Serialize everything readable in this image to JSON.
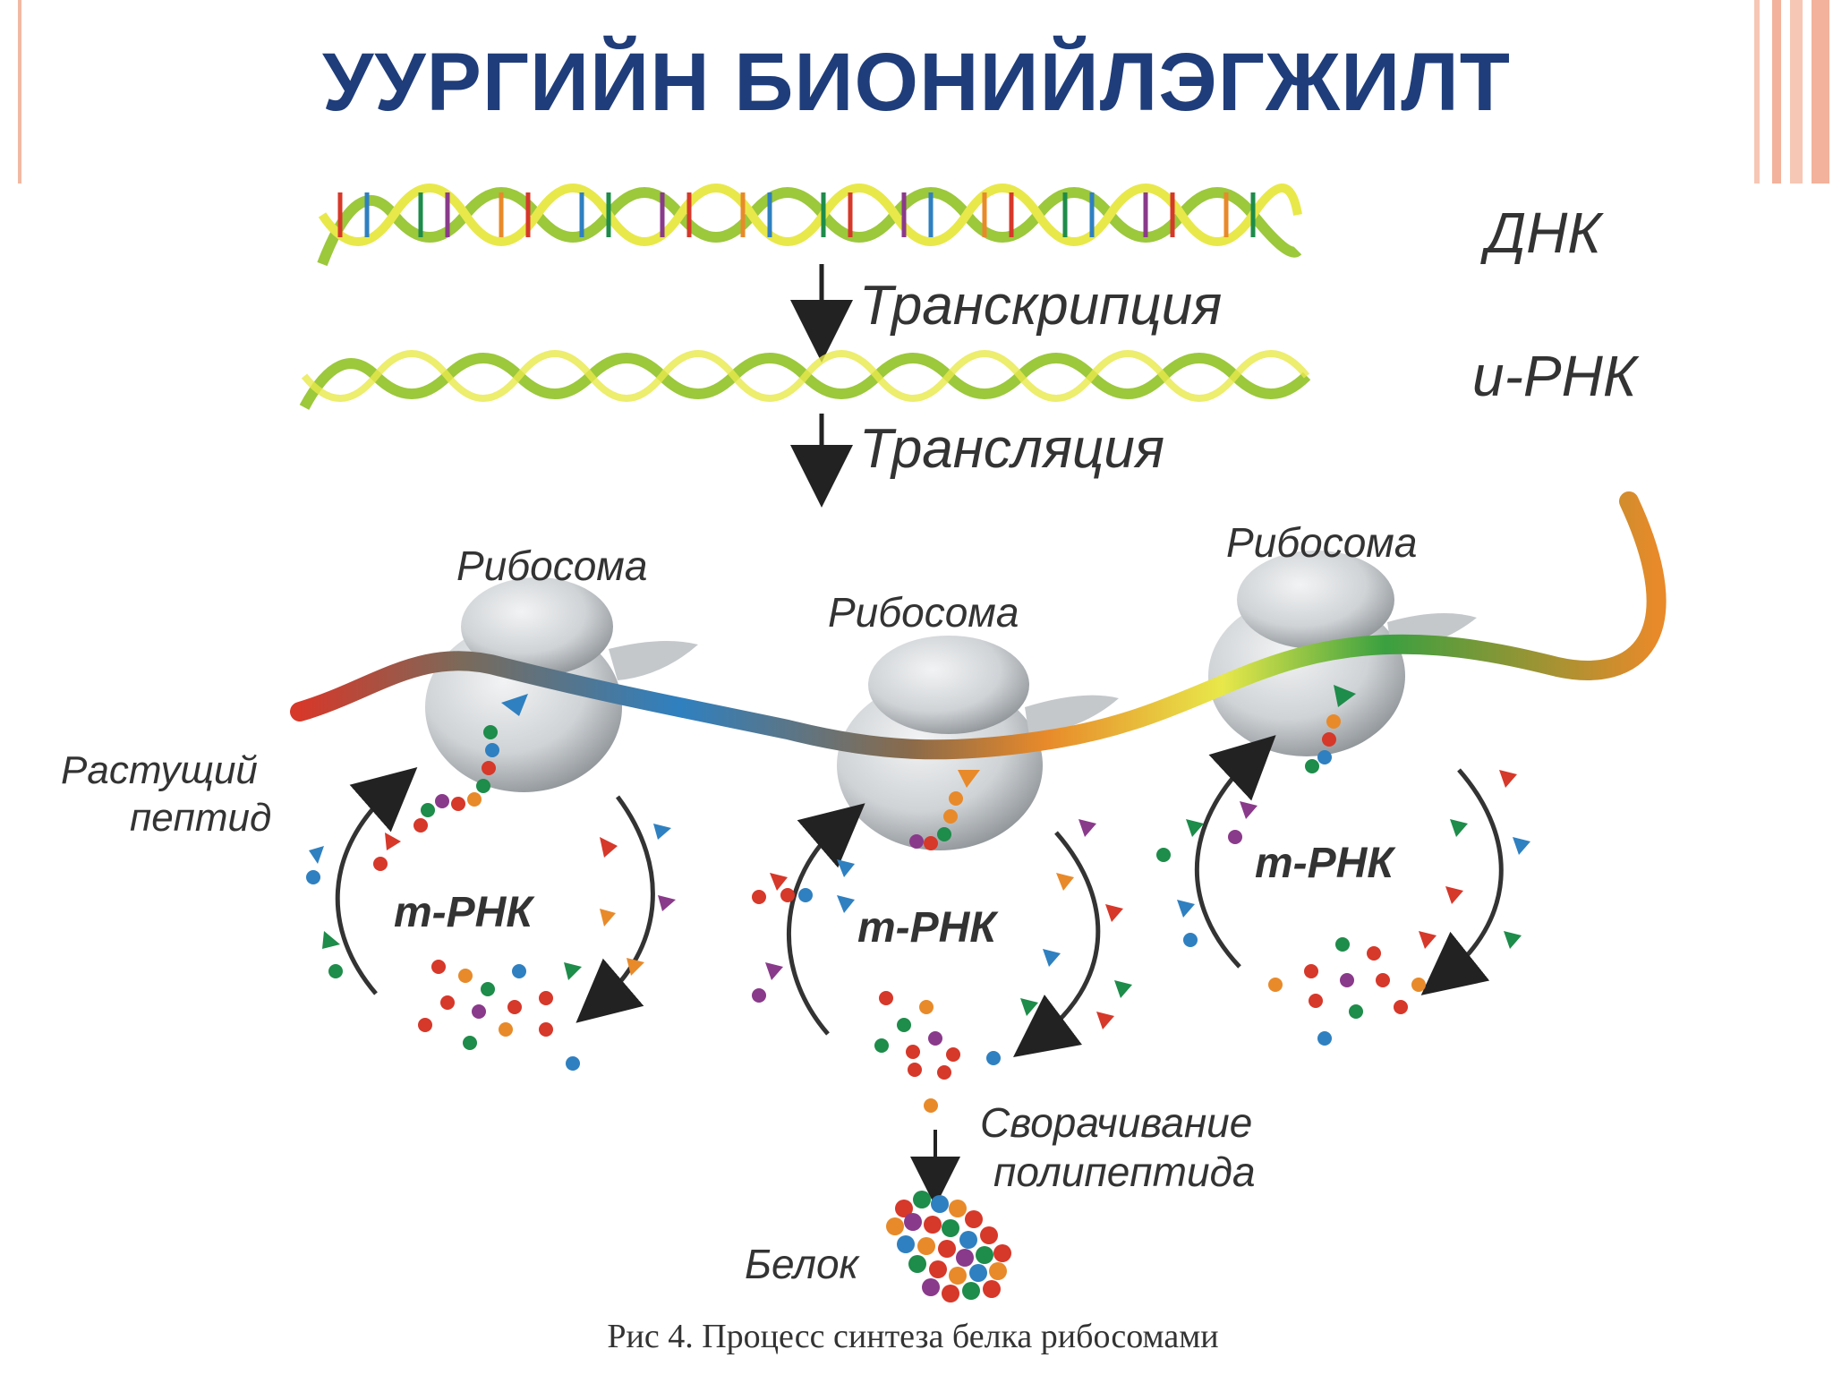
{
  "title": "УУРГИЙН БИОНИЙЛЭГЖИЛТ",
  "labels": {
    "dna": "ДНК",
    "transcription": "Транскрипция",
    "irna": "и-РНК",
    "translation": "Трансляция",
    "ribosome": "Рибосома",
    "trna": "т-РНК",
    "growing_peptide_1": "Растущий",
    "growing_peptide_2": "пептид",
    "folding_1": "Сворачивание",
    "folding_2": "полипептида",
    "protein": "Белок"
  },
  "caption": "Рис 4. Процесс синтеза белка рибосомами",
  "colors": {
    "title": "#1f3d7a",
    "accent_deco": "#f2b8a2",
    "helix_green": "#9cc83c",
    "helix_yellow": "#e8e84a",
    "ribosome": "#cfd3d6",
    "amino_red": "#d6382a",
    "amino_green": "#1e8c4a",
    "amino_blue": "#2f80c0",
    "amino_orange": "#e88a2a",
    "amino_purple": "#8a3a8a"
  }
}
